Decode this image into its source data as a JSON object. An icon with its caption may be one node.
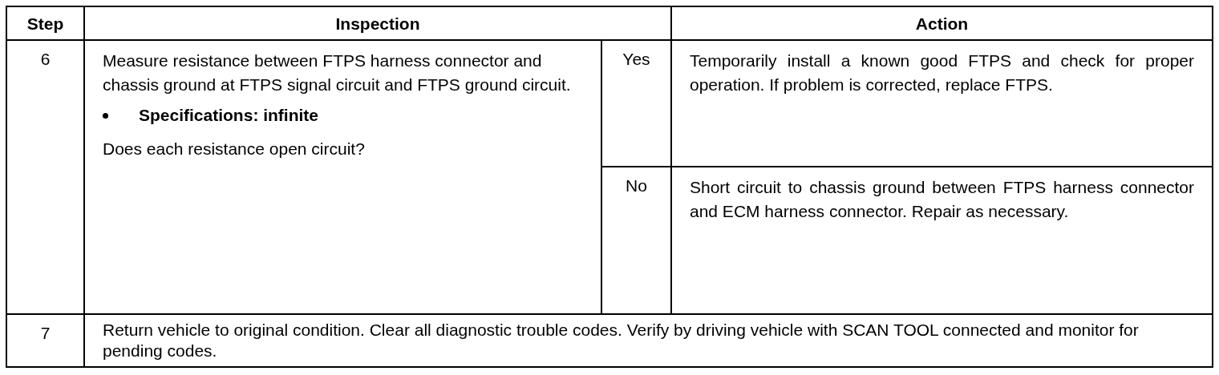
{
  "diagram": {
    "labels": [
      "Step",
      "Inspection",
      "Action",
      "6",
      "Measure resistance between FTPS harness connector and chassis ground at FTPS signal circuit and FTPS ground circuit.",
      "Specifications: infinite",
      "Does each resistance open circuit?",
      "Yes",
      "Temporarily install a known good FTPS and check for proper operation. If problem is corrected, replace FTPS.",
      "No",
      "Short circuit to chassis ground between FTPS harness connector and ECM harness connector. Repair as necessary.",
      "7",
      "Return vehicle to original condition. Clear all diagnostic trouble codes. Verify by driving vehicle with SCAN TOOL connected and monitor for pending codes."
    ]
  }
}
